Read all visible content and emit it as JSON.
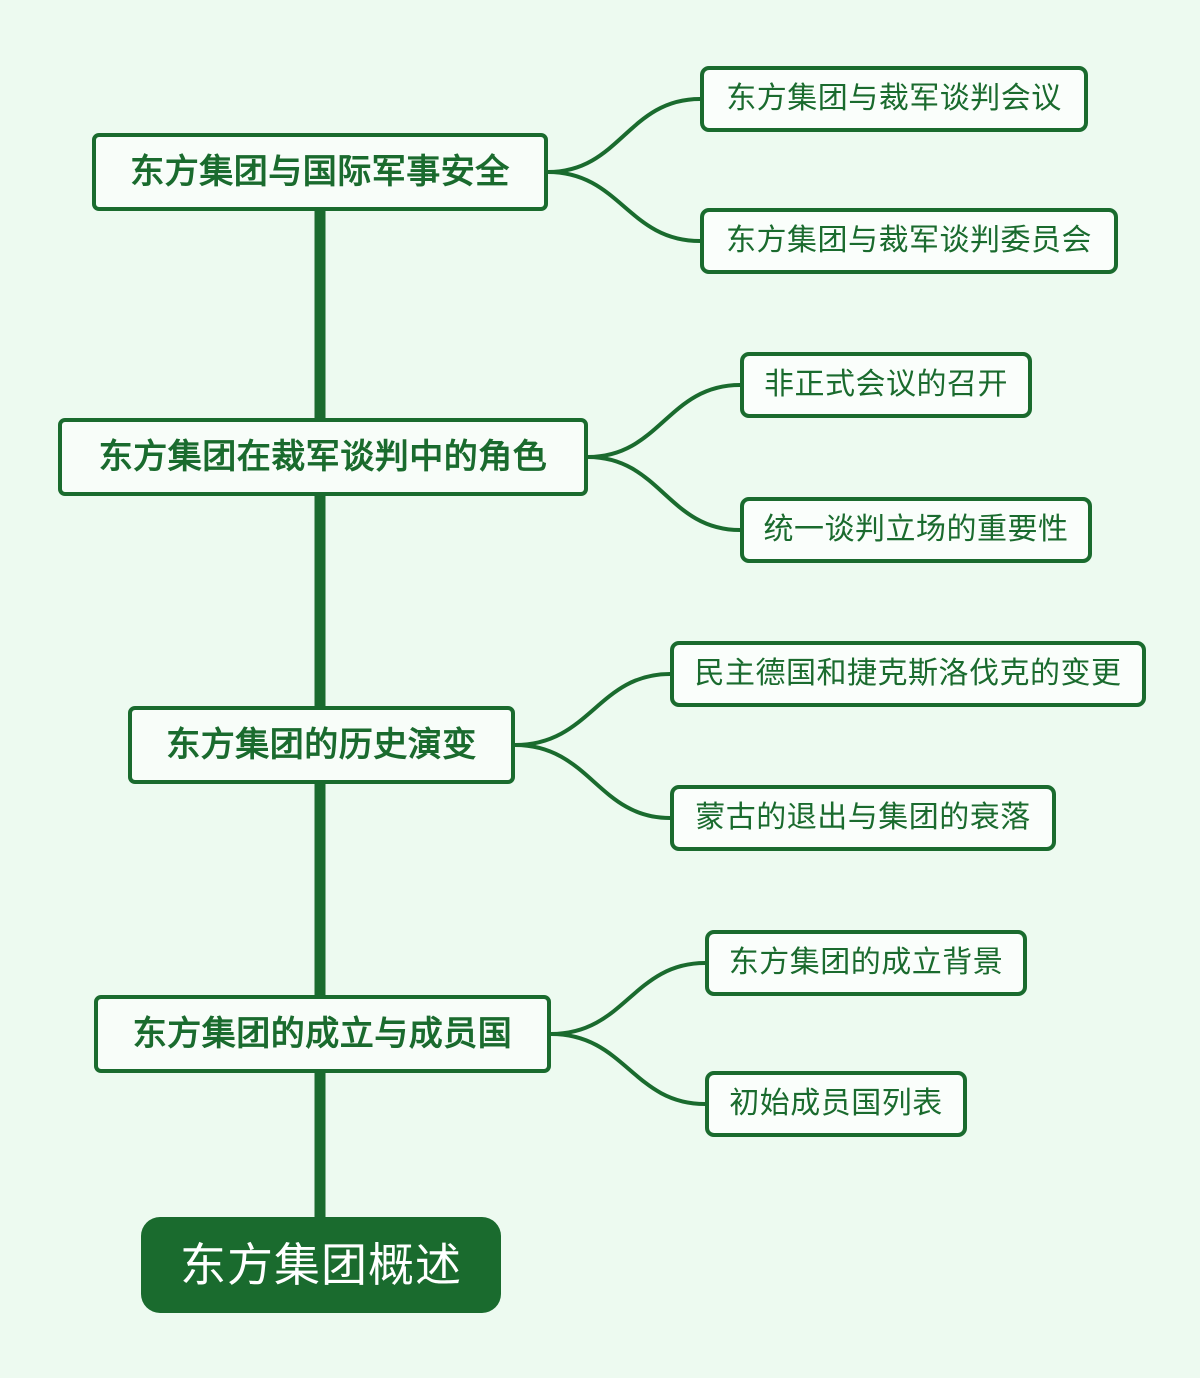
{
  "diagram": {
    "type": "mindmap",
    "orientation": "left-root-vertical-trunk",
    "colors": {
      "background": "#edfaf0",
      "accent": "#1a6b2e",
      "root_fill": "#1a6b2e",
      "root_text": "#ffffff",
      "node_fill": "#f8fdf9",
      "node_text": "#1a6b2e",
      "edge": "#1a6b2e"
    },
    "root": {
      "label": "东方集团概述"
    },
    "branches": [
      {
        "label": "东方集团与国际军事安全",
        "children": [
          {
            "label": "东方集团与裁军谈判会议"
          },
          {
            "label": "东方集团与裁军谈判委员会"
          }
        ]
      },
      {
        "label": "东方集团在裁军谈判中的角色",
        "children": [
          {
            "label": "非正式会议的召开"
          },
          {
            "label": "统一谈判立场的重要性"
          }
        ]
      },
      {
        "label": "东方集团的历史演变",
        "children": [
          {
            "label": "民主德国和捷克斯洛伐克的变更"
          },
          {
            "label": "蒙古的退出与集团的衰落"
          }
        ]
      },
      {
        "label": "东方集团的成立与成员国",
        "children": [
          {
            "label": "东方集团的成立背景"
          },
          {
            "label": "初始成员国列表"
          }
        ]
      }
    ]
  }
}
